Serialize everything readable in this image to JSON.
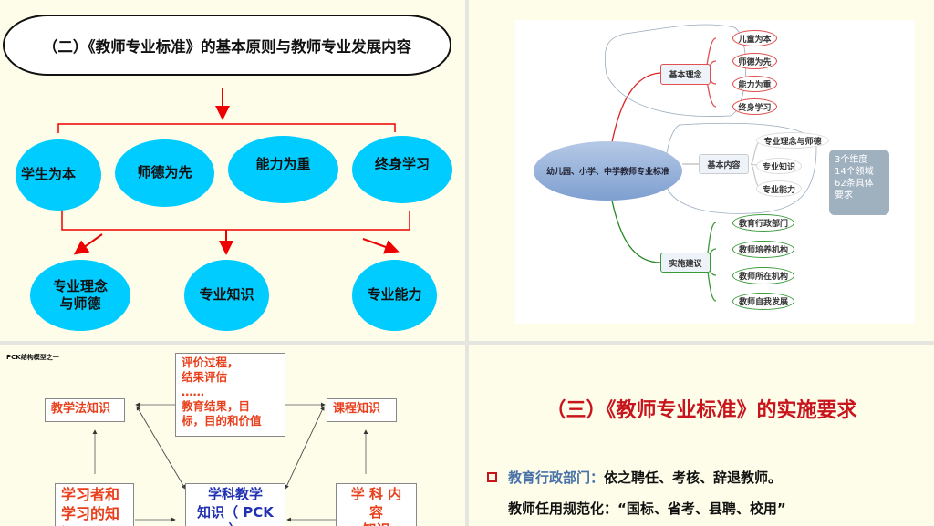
{
  "slide1": {
    "title": "（二）《教师专业标准》的基本原则与教师专业发展内容",
    "principles": [
      "学生为本",
      "师德为先",
      "能力为重",
      "终身学习"
    ],
    "contents": [
      "专业理念\n与师德",
      "专业知识",
      "专业能力"
    ]
  },
  "slide2": {
    "root": "幼儿园、小学、中学教师专业标准",
    "branches": [
      {
        "label": "基本理念",
        "color": "#e05050",
        "children": [
          "儿童为本",
          "师德为先",
          "能力为重",
          "终身学习"
        ]
      },
      {
        "label": "基本内容",
        "color": "#bbbbbb",
        "children": [
          "专业理念与师德",
          "专业知识",
          "专业能力"
        ]
      },
      {
        "label": "实施建议",
        "color": "#3a9a3a",
        "children": [
          "教育行政部门",
          "教师培养机构",
          "教师所在机构",
          "教师自我发展"
        ]
      }
    ],
    "note": "3个维度\n14个领域\n62条具体\n要求"
  },
  "slide3": {
    "caption": "PCK结构模型之一",
    "eval": "评价过程，\n结果评估\n……\n教育结果，目\n标，目的和价值",
    "pedagogy": "教学法知识",
    "curriculum": "课程知识",
    "learner": "学习者和\n学习的知\n识",
    "pck": "学科教学\n知识（ PCK ）",
    "content": "学 科 内 容\n知识"
  },
  "slide4": {
    "title": "（三）《教师专业标准》的实施要求",
    "bullet_label": "教育行政部门：",
    "bullet_text": "依之聘任、考核、辞退教师。",
    "line2": "教师任用规范化：“国标、省考、县聘、校用”"
  }
}
